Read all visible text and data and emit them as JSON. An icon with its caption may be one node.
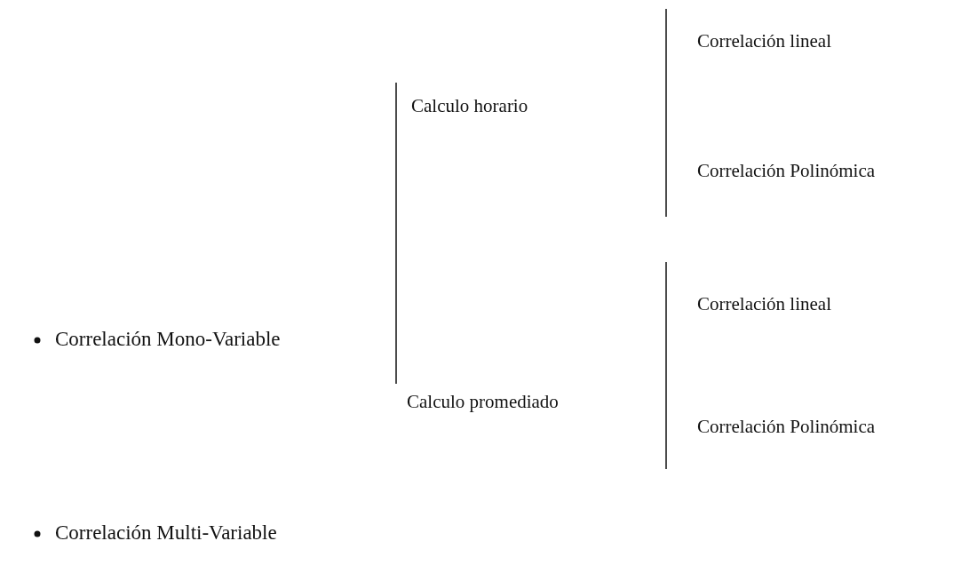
{
  "diagram": {
    "labels": [
      "Correlación Mono-Variable",
      "Calculo horario",
      "Correlación lineal",
      "Correlación Polinómica",
      "Calculo promediado",
      "Correlación lineal",
      "Correlación Polinómica",
      "Correlación Multi-Variable"
    ]
  }
}
